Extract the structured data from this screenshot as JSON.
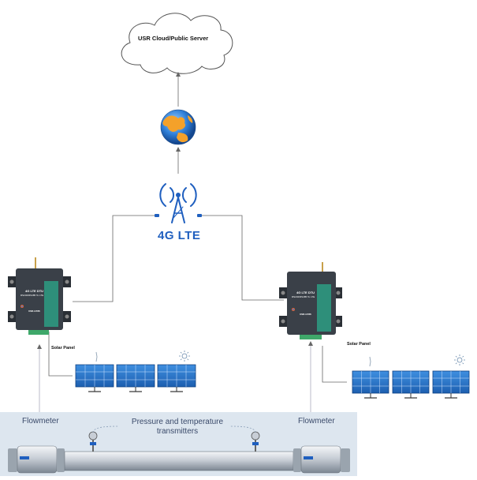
{
  "cloud": {
    "label": "USR Cloud/Public Server",
    "icon": "cloud-icon"
  },
  "internet": {
    "icon": "globe-icon"
  },
  "network": {
    "label": "4G LTE",
    "icon": "cell-tower-icon",
    "color": "#1f5fbf"
  },
  "devices": [
    {
      "line1": "4G LTE DTU",
      "line2": "RS232/RS485 To LTE",
      "model": "USR-G786"
    },
    {
      "line1": "4G LTE DTU",
      "line2": "RS232/RS485 To LTE",
      "model": "USR-G786"
    }
  ],
  "solar": [
    {
      "label": "Solar Panel",
      "icon": "sun-icon"
    },
    {
      "label": "Solar Panel",
      "icon": "sun-icon"
    }
  ],
  "pipeline": {
    "flowmeter_left": "Flowmeter",
    "flowmeter_right": "Flowmeter",
    "transmitters": "Pressure and temperature transmitters",
    "background": "#dde6ef"
  }
}
